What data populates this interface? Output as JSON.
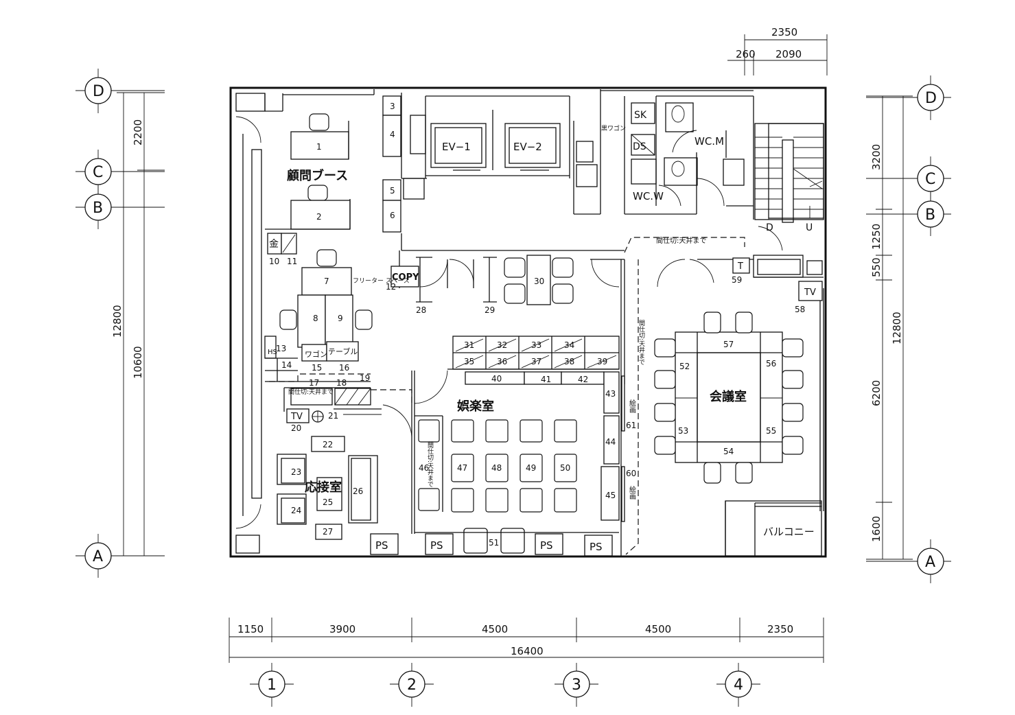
{
  "drawing": {
    "rooms": {
      "advisor_booth": "顧問ブース",
      "elevator_1": "EV−1",
      "elevator_2": "EV−2",
      "mens_wc": "WC.M",
      "womens_wc": "WC.W",
      "recreation_room": "娯楽室",
      "meeting_room": "会議室",
      "reception_room": "応接室",
      "balcony": "バルコニー"
    },
    "equipment": {
      "copy": "COPY",
      "tv_58": "TV",
      "tv_20": "TV",
      "ps": "PS",
      "t_59": "T",
      "kin_10": "金",
      "sk": "SK",
      "ds": "DS",
      "hs": "HS",
      "wagon": "ワゴン",
      "table": "テーブル",
      "stair_down": "D",
      "stair_up": "U",
      "vp_60": "絵画",
      "vp_61": "絵画"
    },
    "annotations": {
      "partition_top": "間仕切:天井まで",
      "partition_vertical": "間仕切:天井まで",
      "partition_left": "間仕切:天井まで",
      "partition_rec": "間仕切:天井まで",
      "note_12": "フリーター スペース",
      "note_ps": "黒ワゴン"
    },
    "item_numbers": [
      "1",
      "2",
      "3",
      "4",
      "5",
      "6",
      "7",
      "8",
      "9",
      "10",
      "11",
      "12",
      "13",
      "14",
      "15",
      "16",
      "17",
      "18",
      "19",
      "20",
      "21",
      "22",
      "23",
      "24",
      "25",
      "26",
      "27",
      "28",
      "29",
      "30",
      "31",
      "32",
      "33",
      "34",
      "35",
      "36",
      "37",
      "38",
      "39",
      "40",
      "41",
      "42",
      "43",
      "44",
      "45",
      "46",
      "47",
      "48",
      "49",
      "50",
      "51",
      "52",
      "53",
      "54",
      "55",
      "56",
      "57",
      "58",
      "59",
      "60",
      "61"
    ],
    "grid_bubbles": {
      "left": [
        "D",
        "C",
        "B",
        "A"
      ],
      "right": [
        "D",
        "C",
        "B",
        "A"
      ],
      "bottom": [
        "1",
        "2",
        "3",
        "4"
      ]
    },
    "dimensions": {
      "top": [
        "2350",
        "260",
        "2090"
      ],
      "left": [
        "2200",
        "12800",
        "10600"
      ],
      "right": [
        "3200",
        "1250",
        "550",
        "12800",
        "6200",
        "1600"
      ],
      "bottom": [
        "1150",
        "3900",
        "4500",
        "4500",
        "2350",
        "16400"
      ]
    }
  }
}
